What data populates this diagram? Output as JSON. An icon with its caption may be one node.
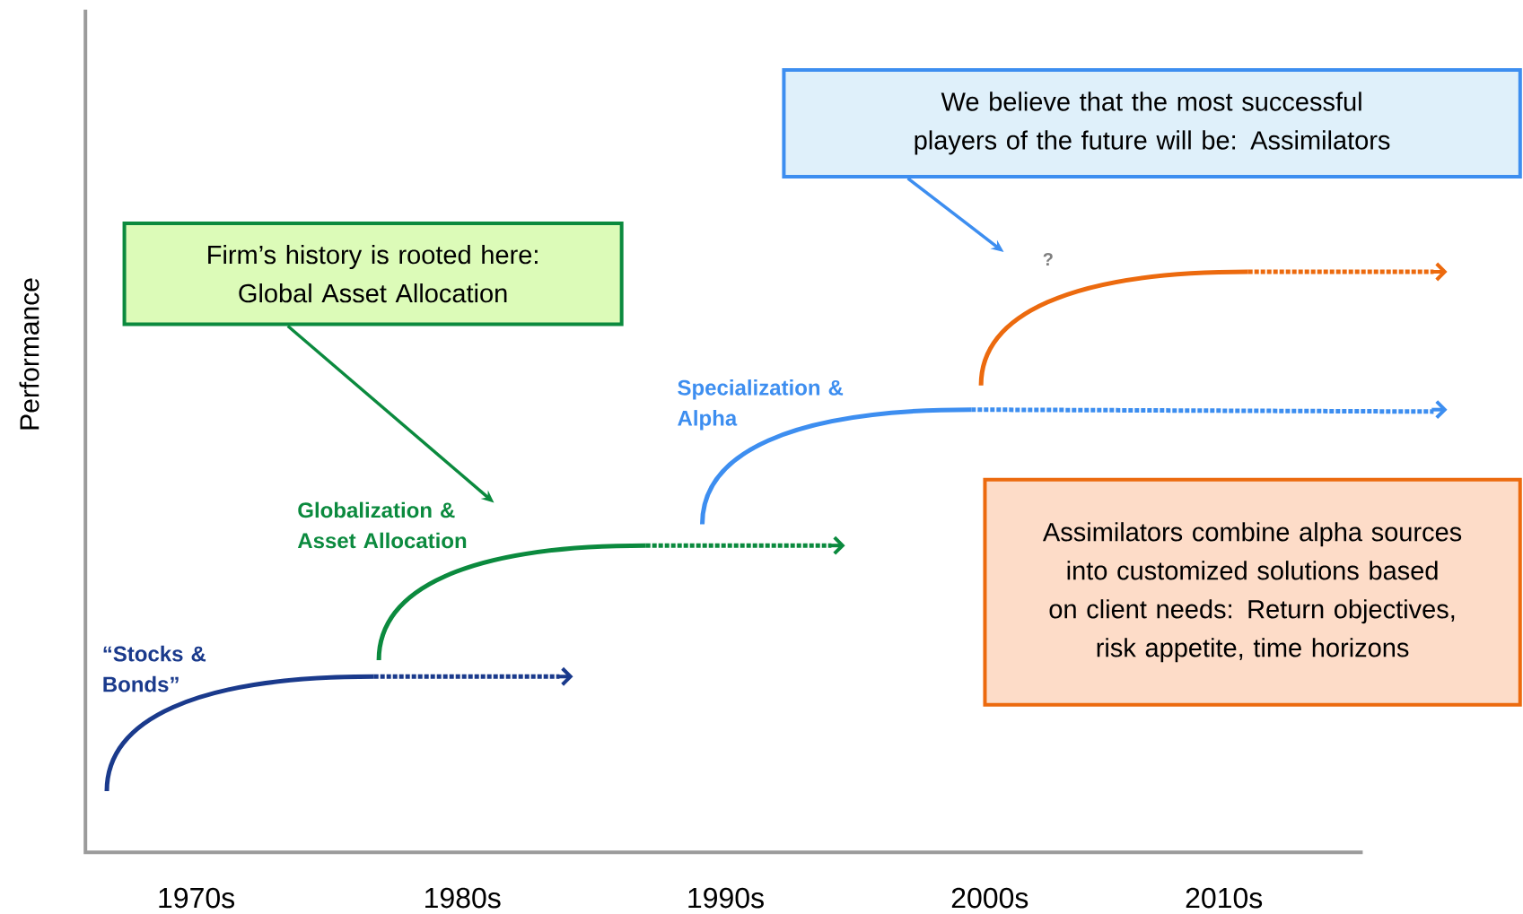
{
  "diagram": {
    "nodes": [
      {
        "text": [
          "Firm’s history is rooted here: Global Asset Allocation"
        ]
      },
      {
        "text": [
          "We believe that the most successful players of the future will be: Assimilators"
        ]
      },
      {
        "text": [
          "?"
        ]
      },
      {
        "text": [
          "Assimilators combine alpha sources into customized solutions based on client needs: Return objectives, risk appetite, time horizons"
        ]
      },
      {
        "text": [
          "“Stocks & Bonds”"
        ]
      },
      {
        "text": [
          "Globalization & Asset Allocation"
        ]
      },
      {
        "text": [
          "Specialization & Alpha"
        ]
      }
    ],
    "edges": [
      {
        "from": 0,
        "to": 5,
        "arrow": "to",
        "color": "#0b8a3e"
      },
      {
        "from": 1,
        "to": 2,
        "arrow": "to",
        "color": "#3d8ef0"
      }
    ],
    "labels": [
      "Performance",
      "1970s",
      "1980s",
      "1990s",
      "2000s",
      "2010s"
    ]
  }
}
